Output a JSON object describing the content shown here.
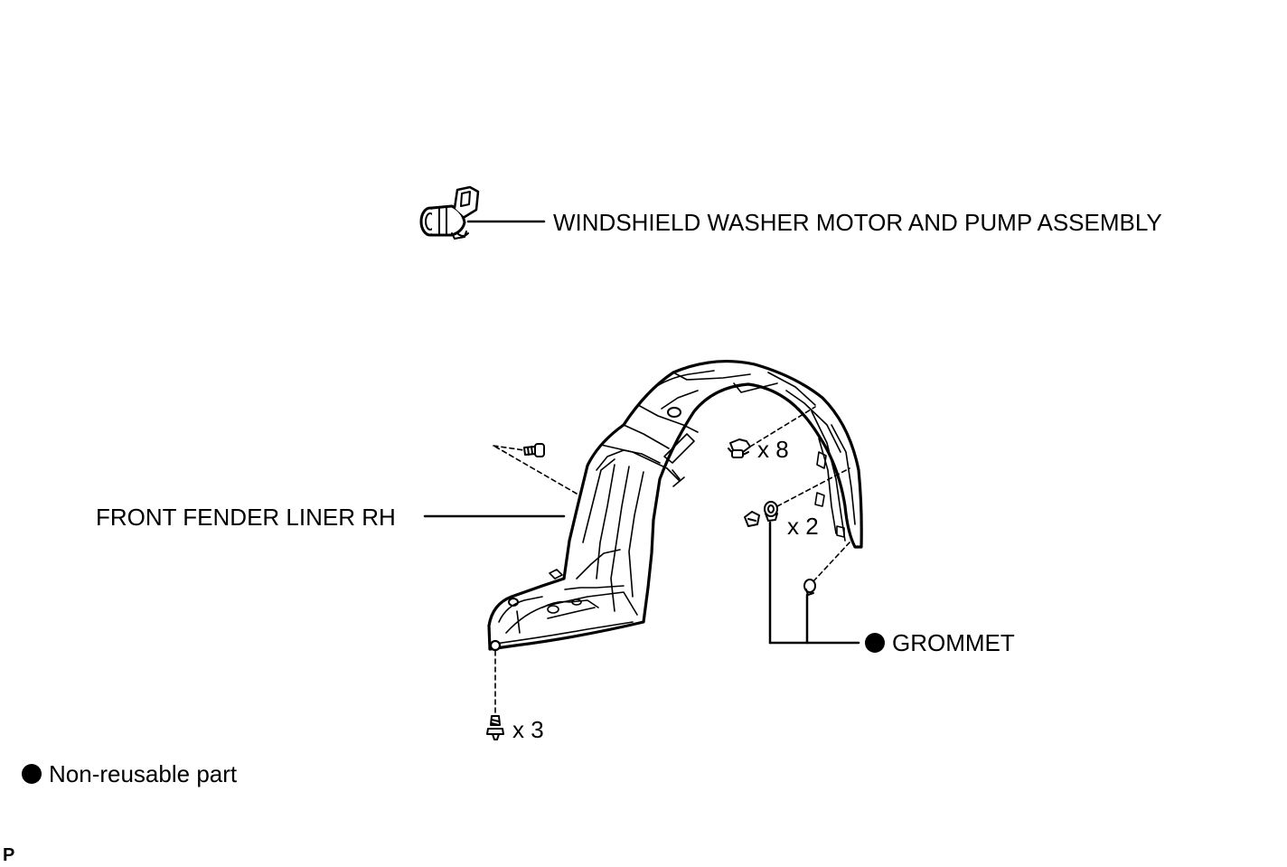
{
  "labels": {
    "washer_motor": "WINDSHIELD WASHER MOTOR AND PUMP ASSEMBLY",
    "fender_liner": "FRONT FENDER LINER RH",
    "grommet": "GROMMET"
  },
  "quantities": {
    "clips_top": "x 8",
    "grommets": "x 2",
    "bolts_bottom": "x 3"
  },
  "legend": {
    "non_reusable": "Non-reusable part"
  },
  "corner_code": "P",
  "icons": {
    "non_reusable_marker": "filled-circle-icon"
  }
}
